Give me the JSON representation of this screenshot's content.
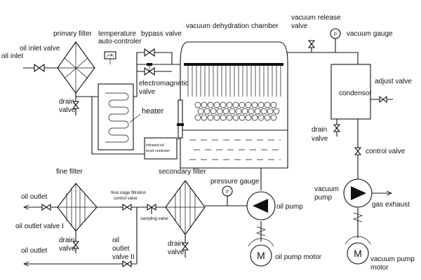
{
  "labels": {
    "oil_inlet_valve": "oil  inlet valve",
    "oil_inlet": "oil inlet",
    "primary_filter": "primary filter",
    "drain_valve_1a": "drain",
    "drain_valve_1b": "valve",
    "temperature_1": "temperature",
    "temperature_2": "auto-controler",
    "bypass_valve": "bypass valve",
    "electromagnetic_1": "electromagnetic",
    "electromagnetic_2": "valve",
    "heater": "heater",
    "infrared_1": "infrared oil",
    "infrared_2": "level controler",
    "vacuum_chamber": "vacuum dehydration chamber",
    "vacuum_release_1": "vacuum release",
    "vacuum_release_2": "valve",
    "vacuum_gauge": "vacuum gauge",
    "gauge_p": "P",
    "condensor": "condensor",
    "adjust_valve": "adjust valve",
    "drain_valve_2a": "drain",
    "drain_valve_2b": "valve",
    "control_valve": "control valve",
    "vacuum_pump_1": "vacuum",
    "vacuum_pump_2": "pump",
    "gas_exhaust": "gas exhaust",
    "vacuum_pump_motor_1": "vacuum pump",
    "vacuum_pump_motor_2": "motor",
    "motor_m": "M",
    "fine_filter": "fine filter",
    "oil_outlet_1": "oil outlet",
    "oil_outlet_valve_1": "oil outlet valve I",
    "oil_outlet_2": "oil outlet",
    "drain_valve_3a": "drain",
    "drain_valve_3b": "valve",
    "final_stage_1": "final stage filtration",
    "final_stage_2": "control valve",
    "sampling_valve": "sampling valve",
    "oil_outlet_valve_2a": "oil",
    "oil_outlet_valve_2b": "outlet",
    "oil_outlet_valve_2c": "valve II",
    "secondary_filter": "secondary filter",
    "drain_valve_4a": "drain",
    "drain_valve_4b": "valve",
    "pressure_gauge": "pressure gauge",
    "oil_pump": "oil pump",
    "oil_pump_motor": "oil pump motor"
  }
}
